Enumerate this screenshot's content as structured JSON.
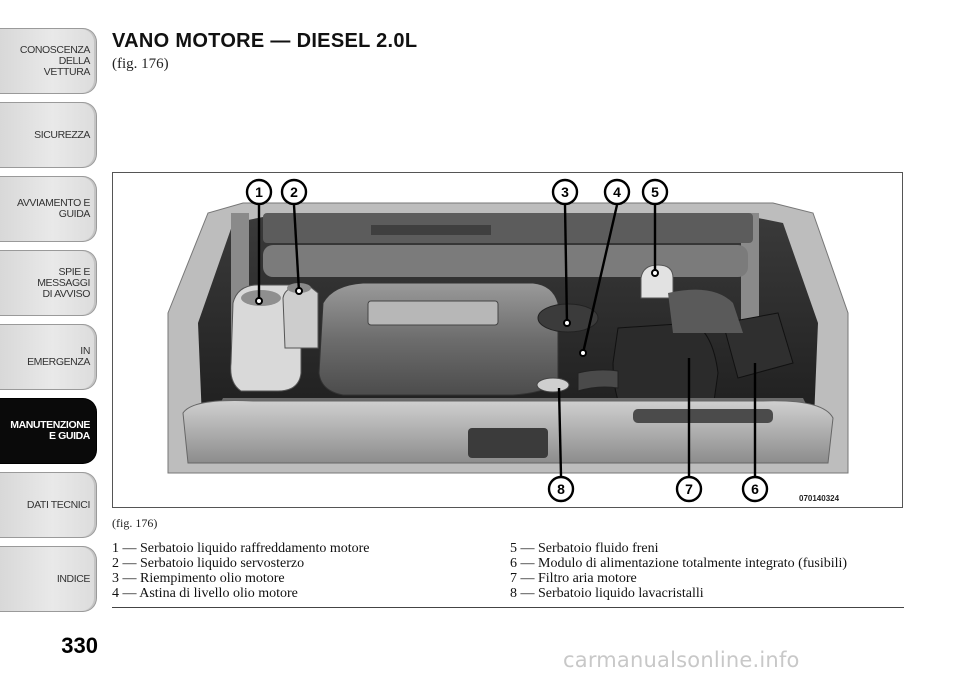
{
  "sidebar": {
    "tabs": [
      {
        "label": "CONOSCENZA DELLA\nVETTURA",
        "active": false
      },
      {
        "label": "SICUREZZA",
        "active": false
      },
      {
        "label": "AVVIAMENTO E\nGUIDA",
        "active": false
      },
      {
        "label": "SPIE E\nMESSAGGI\nDI AVVISO",
        "active": false
      },
      {
        "label": "IN\nEMERGENZA",
        "active": false
      },
      {
        "label": "MANUTENZIONE\nE GUIDA",
        "active": true
      },
      {
        "label": "DATI TECNICI",
        "active": false
      },
      {
        "label": "INDICE",
        "active": false
      }
    ]
  },
  "page": {
    "title": "VANO MOTORE — DIESEL 2.0L",
    "fig_ref": "(fig. 176)",
    "page_number": "330"
  },
  "figure": {
    "callouts": [
      "1",
      "2",
      "3",
      "4",
      "5",
      "6",
      "7",
      "8"
    ],
    "image_code": "070140324",
    "caption": "(fig. 176)"
  },
  "legend": {
    "left": [
      "1 — Serbatoio liquido raffreddamento motore",
      "2 — Serbatoio liquido servosterzo",
      "3 — Riempimento olio motore",
      "4 — Astina di livello olio motore"
    ],
    "right": [
      "5 — Serbatoio fluido freni",
      "6 — Modulo di alimentazione totalmente integrato (fusibili)",
      "7 — Filtro aria motore",
      "8 — Serbatoio liquido lavacristalli"
    ]
  },
  "watermark": "carmanualsonline.info",
  "colors": {
    "active_tab": "#0a0a0a",
    "tab": "#e2e2e2",
    "text": "#111111"
  }
}
